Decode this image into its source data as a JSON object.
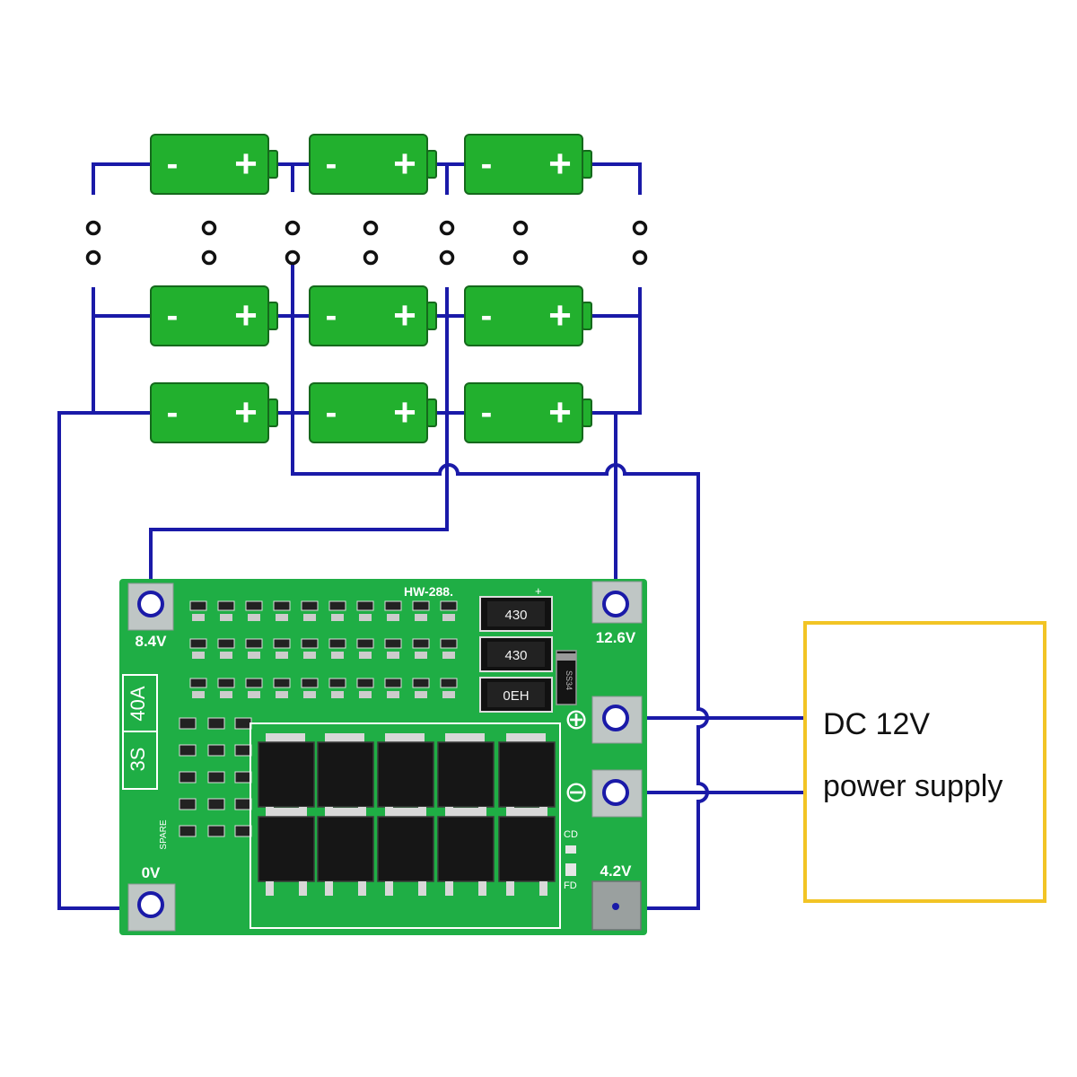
{
  "colors": {
    "wire": "#1a1aa8",
    "battery_fill": "#22b02e",
    "battery_stroke": "#15691c",
    "pcb": "#1fae45",
    "pcb_dark": "#138a33",
    "pad": "#b9c0bf",
    "psu_border": "#f2c425",
    "terminal": "#111111"
  },
  "battery": {
    "minus": "-",
    "plus": "+"
  },
  "board": {
    "model": "HW-288.",
    "capacity": "3S 40A",
    "cap_series": "3S",
    "cap_current": "40A",
    "spare": "SPARE",
    "pad_b1": "8.4V",
    "pad_bplus": "12.6V",
    "pad_b0": "0V",
    "pad_b2": "4.2V",
    "pin_cd": "CD",
    "pin_fd": "FD",
    "diode": "SS34",
    "res_1": "430",
    "res_2": "430",
    "res_3": "0EH",
    "plus_symbol": "⊕",
    "minus_symbol": "⊖"
  },
  "power_supply": {
    "line1": "DC 12V",
    "line2": "power supply"
  }
}
